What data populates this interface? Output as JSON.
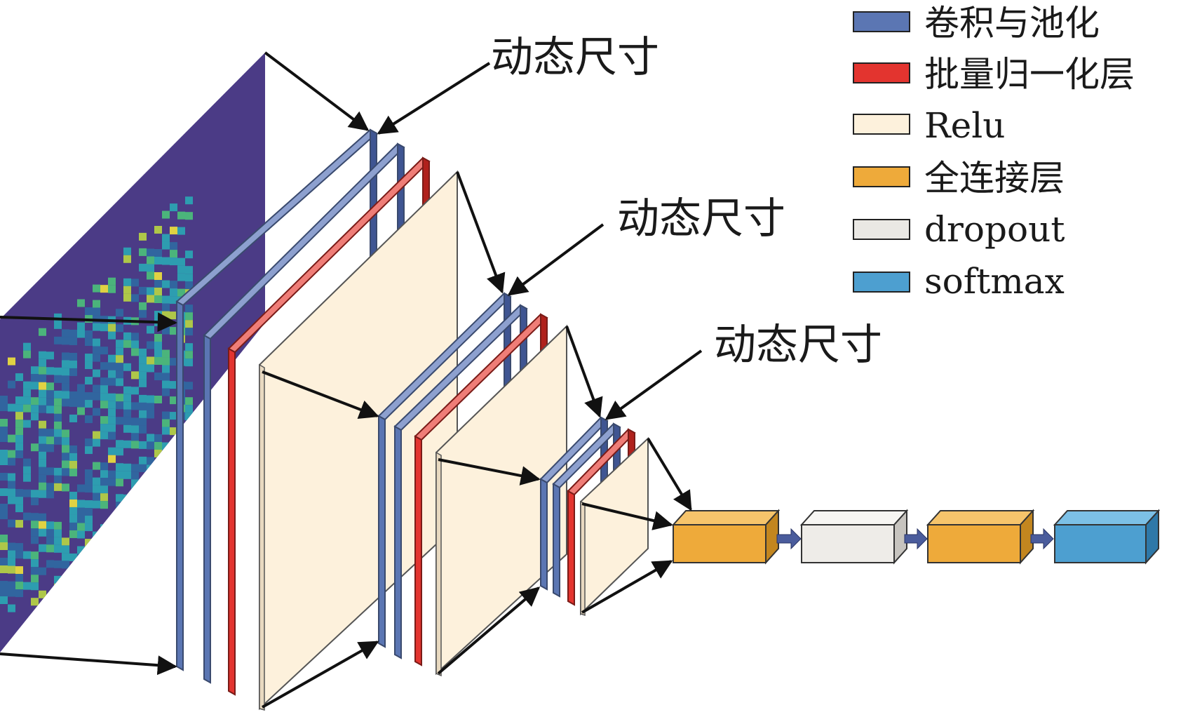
{
  "annotations": [
    "动态尺寸",
    "动态尺寸",
    "动态尺寸"
  ],
  "legend": [
    {
      "label": "卷积与池化",
      "color": "#5b76b3"
    },
    {
      "label": "批量归一化层",
      "color": "#e3342f"
    },
    {
      "label": "Relu",
      "color": "#fdf1dc"
    },
    {
      "label": "全连接层",
      "color": "#eeaa3a"
    },
    {
      "label": "dropout",
      "color": "#eae8e4"
    },
    {
      "label": "softmax",
      "color": "#4d9fd0"
    }
  ],
  "colors": {
    "input_background": "#4b3b86",
    "heatmap_cells": [
      "#2f6aa2",
      "#2aa8b5",
      "#4bc27a",
      "#b9d742",
      "#f1e33c"
    ],
    "arrow": "#111111"
  },
  "icons": {
    "input_heatmap": "spectrogram-image",
    "flow_arrow": "right-arrow-icon"
  }
}
